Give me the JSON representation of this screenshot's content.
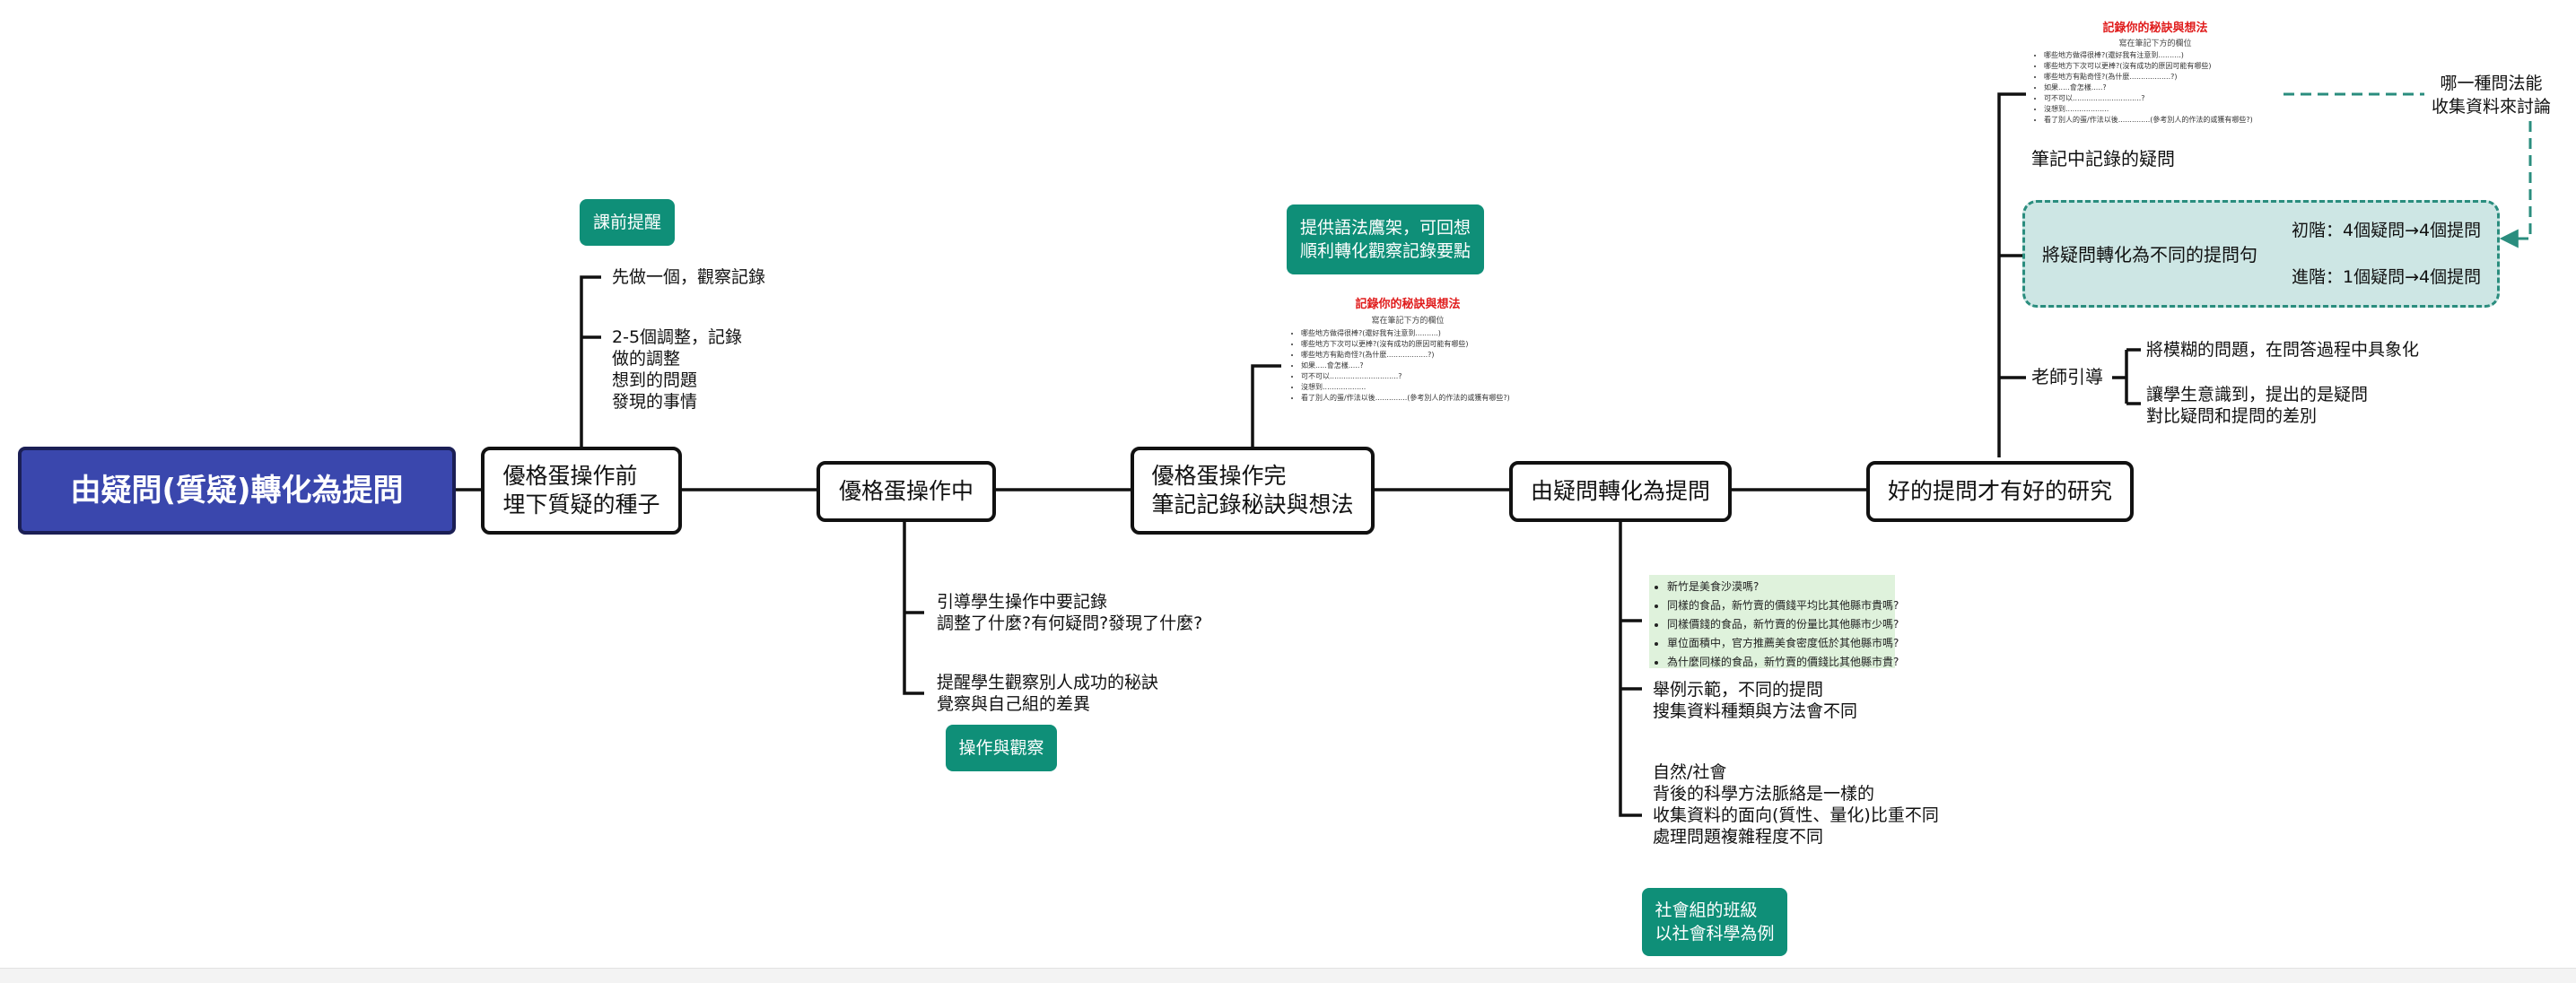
{
  "root": "由疑問(質疑)轉化為提問",
  "branches": [
    "優格蛋操作前\n埋下質疑的種子",
    "優格蛋操作中",
    "優格蛋操作完\n筆記記錄秘訣與想法",
    "由疑問轉化為提問",
    "好的提問才有好的研究"
  ],
  "b1": {
    "tag": "課前提醒",
    "items": [
      "先做一個，觀察記錄",
      "2-5個調整，記錄\n做的調整\n想到的問題\n發現的事情"
    ]
  },
  "b2": {
    "items": [
      "引導學生操作中要記錄\n調整了什麼?有何疑問?發現了什麼?",
      "提醒學生觀察別人成功的秘訣\n覺察與自己組的差異"
    ],
    "tag": "操作與觀察"
  },
  "b3": {
    "tag": "提供語法鷹架，可回想\n順利轉化觀察記錄要點",
    "note": {
      "title": "記錄你的秘訣與想法",
      "subtitle": "寫在筆記下方的欄位",
      "items": [
        "哪些地方做得很棒?(還好我有注意到..........)",
        "哪些地方下次可以更棒?(沒有成功的原因可能有哪些)",
        "哪些地方有點奇怪?(為什麼..................?)",
        "如果.....會怎樣.....?",
        "可不可以..............................?",
        "沒想到...................",
        "看了別人的蛋/作法以後..............(參考別人的作法的或獲有哪些?)"
      ]
    }
  },
  "b4": {
    "examples": [
      "新竹是美食沙漠嗎?",
      "同樣的食品，新竹賣的價錢平均比其他縣市貴嗎?",
      "同樣價錢的食品，新竹賣的份量比其他縣市少嗎?",
      "單位面積中，官方推薦美食密度低於其他縣市嗎?",
      "為什麼同樣的食品，新竹賣的價錢比其他縣市貴?"
    ],
    "items": [
      "舉例示範，不同的提問\n搜集資料種類與方法會不同",
      "自然/社會\n背後的科學方法脈絡是一樣的\n收集資料的面向(質性、量化)比重不同\n處理問題複雜程度不同"
    ],
    "tag": "社會組的班級\n以社會科學為例"
  },
  "b5": {
    "note": {
      "title": "記錄你的秘訣與想法",
      "subtitle": "寫在筆記下方的欄位",
      "items": [
        "哪些地方做得很棒?(還好我有注意到..........)",
        "哪些地方下次可以更棒?(沒有成功的原因可能有哪些)",
        "哪些地方有點奇怪?(為什麼..................?)",
        "如果.....會怎樣.....?",
        "可不可以..............................?",
        "沒想到...................",
        "看了別人的蛋/作法以後..............(參考別人的作法的或獲有哪些?)"
      ]
    },
    "note_label": "筆記中記錄的疑問",
    "side_note": "哪一種問法能\n收集資料來討論",
    "convert": "將疑問轉化為不同的提問句",
    "levels": [
      "初階：4個疑問→4個提問",
      "進階：1個疑問→4個提問"
    ],
    "teacher": "老師引導",
    "teacher_items": [
      "將模糊的問題，在問答過程中具象化",
      "讓學生意識到，提出的是疑問\n對比疑問和提問的差別"
    ]
  }
}
